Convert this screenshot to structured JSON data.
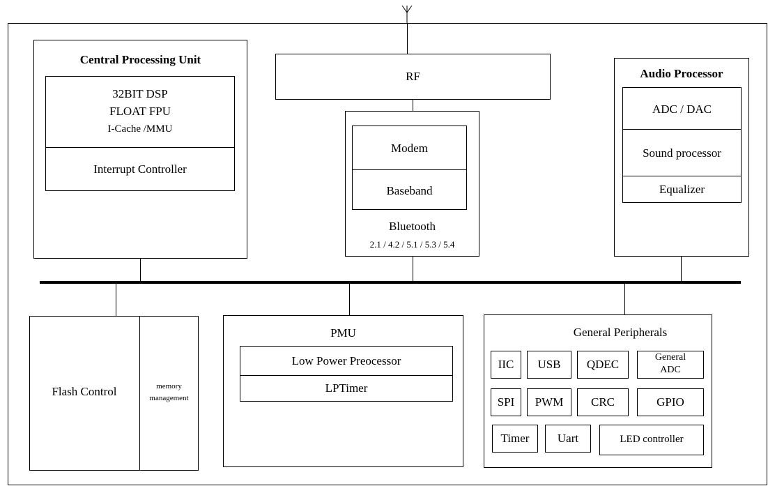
{
  "cpu": {
    "title": "Central Processing Unit",
    "line1": "32BIT DSP",
    "line2": "FLOAT FPU",
    "line3": "I-Cache /MMU",
    "interrupt": "Interrupt Controller"
  },
  "rf": {
    "label": "RF"
  },
  "bluetooth": {
    "modem": "Modem",
    "baseband": "Baseband",
    "label": "Bluetooth",
    "versions": "2.1 / 4.2 / 5.1 / 5.3 / 5.4"
  },
  "audio": {
    "title": "Audio Processor",
    "adc_dac": "ADC / DAC",
    "sound": "Sound processor",
    "eq": "Equalizer"
  },
  "flash": {
    "label": "Flash Control",
    "mem_line1": "memory",
    "mem_line2": "management"
  },
  "pmu": {
    "title": "PMU",
    "lpp": "Low Power Preocessor",
    "lptimer": "LPTimer"
  },
  "peripherals": {
    "title": "General Peripherals",
    "iic": "IIC",
    "usb": "USB",
    "qdec": "QDEC",
    "gadc_line1": "General",
    "gadc_line2": "ADC",
    "spi": "SPI",
    "pwm": "PWM",
    "crc": "CRC",
    "gpio": "GPIO",
    "timer": "Timer",
    "uart": "Uart",
    "led": "LED controller"
  }
}
